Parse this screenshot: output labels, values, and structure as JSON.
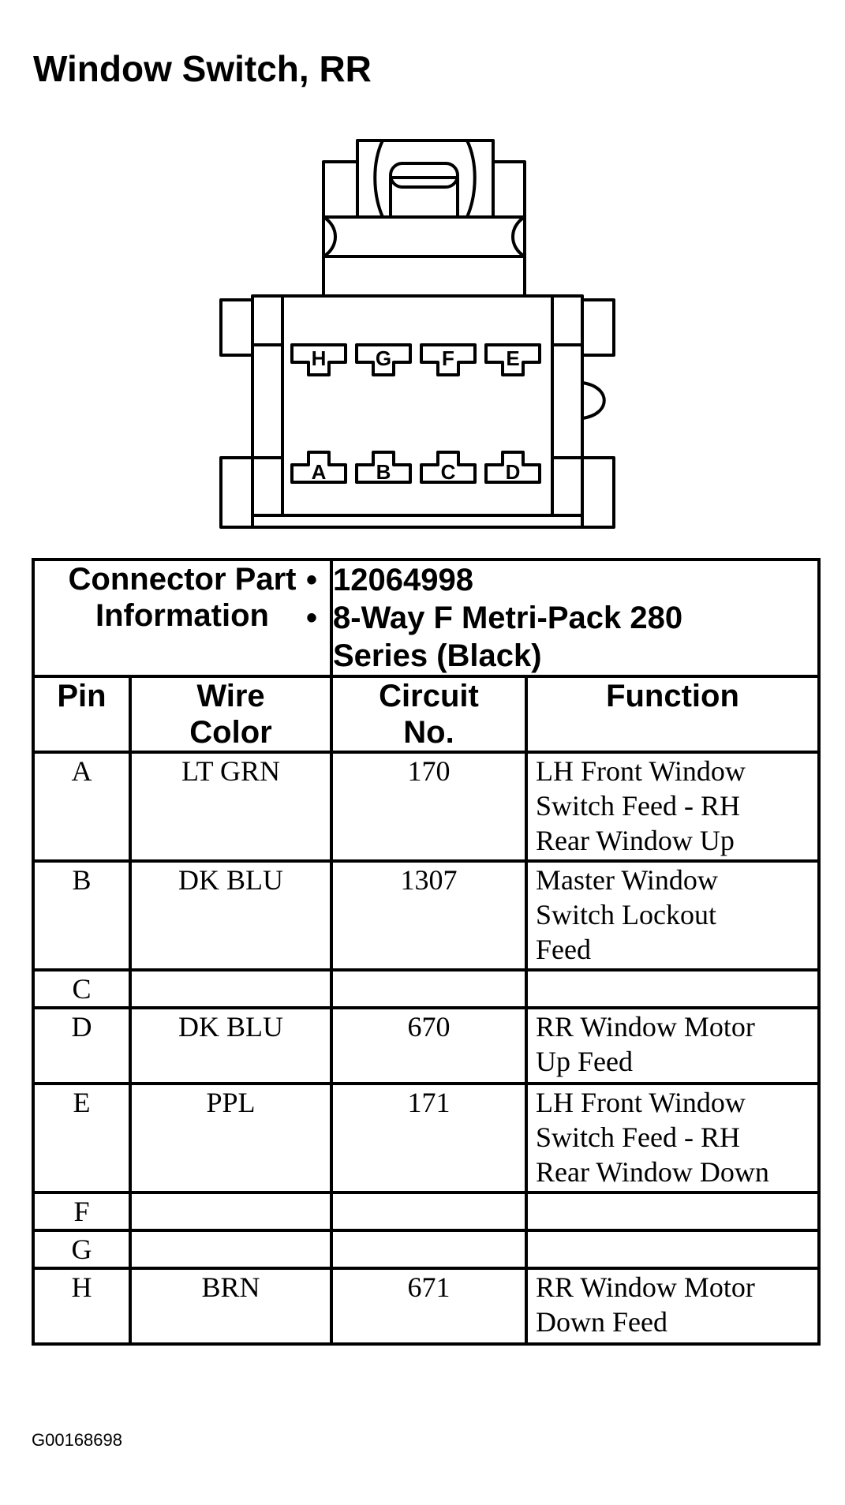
{
  "title": "Window Switch, RR",
  "connector": {
    "top_row_pins": [
      "H",
      "G",
      "F",
      "E"
    ],
    "bottom_row_pins": [
      "A",
      "B",
      "C",
      "D"
    ]
  },
  "table": {
    "info_label_line1": "Connector Part",
    "info_label_line2": "Information",
    "part_number": "12064998",
    "part_desc_line1": "8-Way F Metri-Pack 280",
    "part_desc_line2": "Series (Black)",
    "col_pin": "Pin",
    "col_wire_line1": "Wire",
    "col_wire_line2": "Color",
    "col_circuit_line1": "Circuit",
    "col_circuit_line2": "No.",
    "col_function": "Function",
    "rows": [
      {
        "pin": "A",
        "wire": "LT GRN",
        "circuit": "170",
        "function": [
          "LH Front Window",
          "Switch Feed - RH",
          "Rear Window Up"
        ]
      },
      {
        "pin": "B",
        "wire": "DK BLU",
        "circuit": "1307",
        "function": [
          "Master Window",
          "Switch Lockout",
          "Feed"
        ]
      },
      {
        "pin": "C",
        "wire": "",
        "circuit": "",
        "function": []
      },
      {
        "pin": "D",
        "wire": "DK BLU",
        "circuit": "670",
        "function": [
          "RR Window Motor",
          "Up Feed"
        ]
      },
      {
        "pin": "E",
        "wire": "PPL",
        "circuit": "171",
        "function": [
          "LH Front Window",
          "Switch Feed - RH",
          "Rear Window Down"
        ]
      },
      {
        "pin": "F",
        "wire": "",
        "circuit": "",
        "function": []
      },
      {
        "pin": "G",
        "wire": "",
        "circuit": "",
        "function": []
      },
      {
        "pin": "H",
        "wire": "BRN",
        "circuit": "671",
        "function": [
          "RR Window Motor",
          "Down Feed"
        ]
      }
    ]
  },
  "figure_code": "G00168698"
}
